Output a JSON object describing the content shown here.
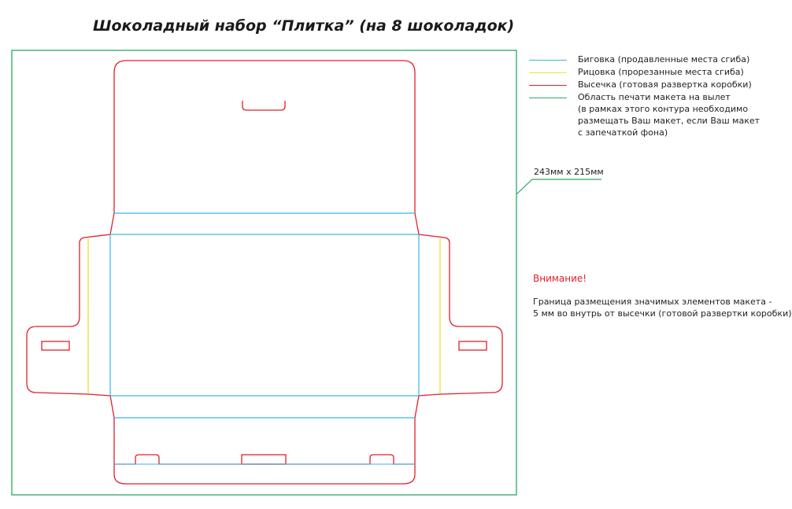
{
  "title": "Шоколадный набор “Плитка” (на 8 шоколадок)",
  "colors": {
    "crease": "#3db3e6",
    "perforation": "#f2e03a",
    "cut": "#e0202c",
    "bleed": "#2aa868"
  },
  "legend": [
    {
      "color": "#3db3e6",
      "label": "Биговка (продавленные места сгиба)"
    },
    {
      "color": "#f2e03a",
      "label": "Рицовка (прорезанные места сгиба)"
    },
    {
      "color": "#e0202c",
      "label": "Высечка (готовая развертка коробки)"
    },
    {
      "color": "#2aa868",
      "label": "Область печати макета на вылет"
    }
  ],
  "bleed_note_lines": [
    "(в рамках этого контура необходимо",
    "размещать Ваш макет, если Ваш макет",
    "с запечаткой фона)"
  ],
  "dimensions": "243мм х 215мм",
  "warning": {
    "title": "Внимание!",
    "lines": [
      "Граница размещения значимых элементов макета -",
      "5 мм во внутрь от высечки (готовой развертки коробки)"
    ]
  }
}
